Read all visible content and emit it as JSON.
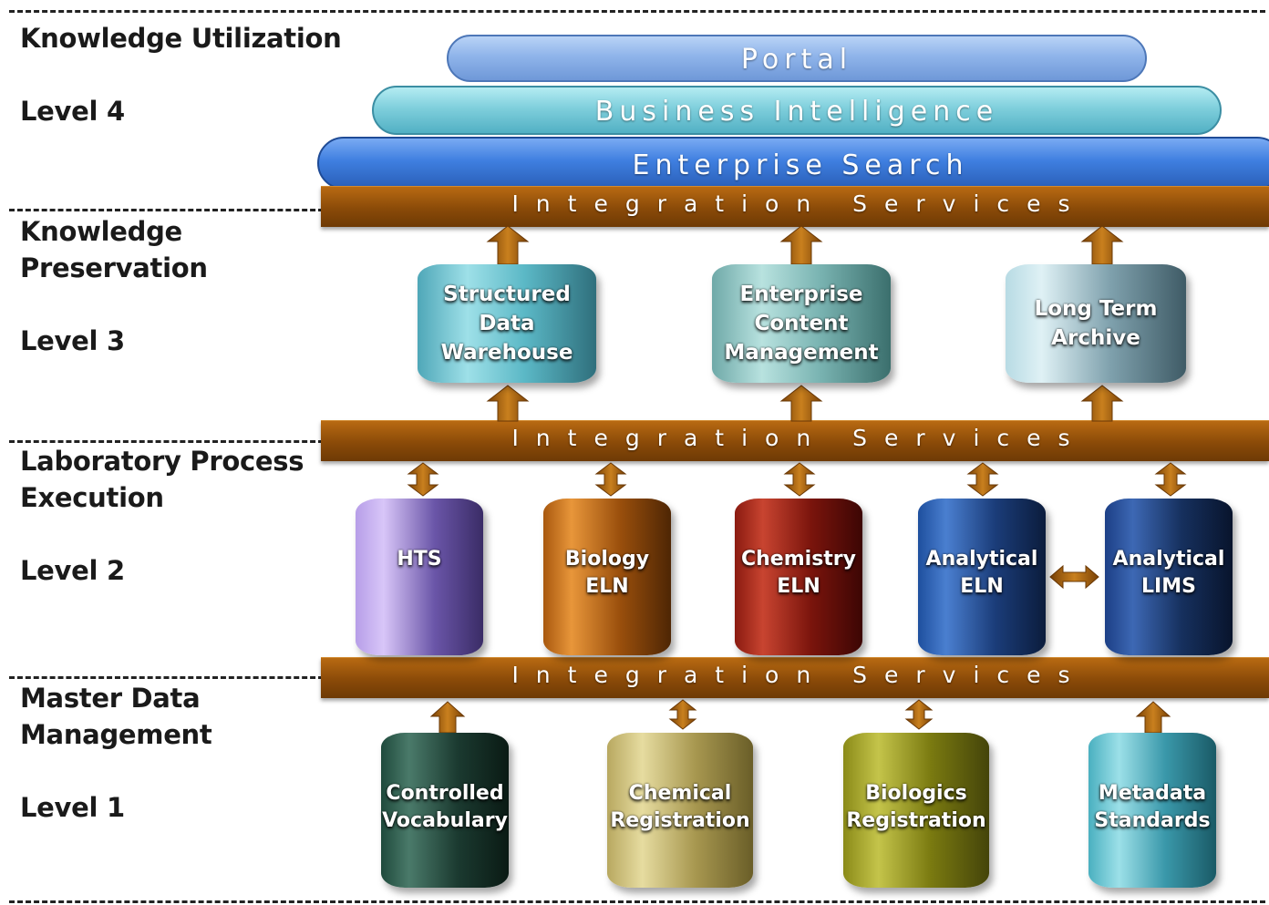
{
  "tiers": [
    {
      "name": "Knowledge Utilization",
      "level": "Level 4"
    },
    {
      "name": "Knowledge\nPreservation",
      "level": "Level 3"
    },
    {
      "name": "Laboratory Process\nExecution",
      "level": "Level 2"
    },
    {
      "name": "Master Data\nManagement",
      "level": "Level 1"
    }
  ],
  "utilization_layers": [
    "Portal",
    "Business Intelligence",
    "Enterprise Search"
  ],
  "integration_label": "Integration Services",
  "level3_stores": [
    "Structured\nData\nWarehouse",
    "Enterprise\nContent\nManagement",
    "Long Term\nArchive"
  ],
  "level2_systems": [
    "HTS",
    "Biology\nELN",
    "Chemistry\nELN",
    "Analytical\nELN",
    "Analytical\nLIMS"
  ],
  "level1_sources": [
    "Controlled\nVocabulary",
    "Chemical\nRegistration",
    "Biologics\nRegistration",
    "Metadata\nStandards"
  ],
  "colors": {
    "portal": "#8fb4ea",
    "business_intelligence": "#7fcfdc",
    "enterprise_search": "#3f7fe0",
    "integration_bar": "#8a4a08",
    "arrow": "#a8620e"
  }
}
